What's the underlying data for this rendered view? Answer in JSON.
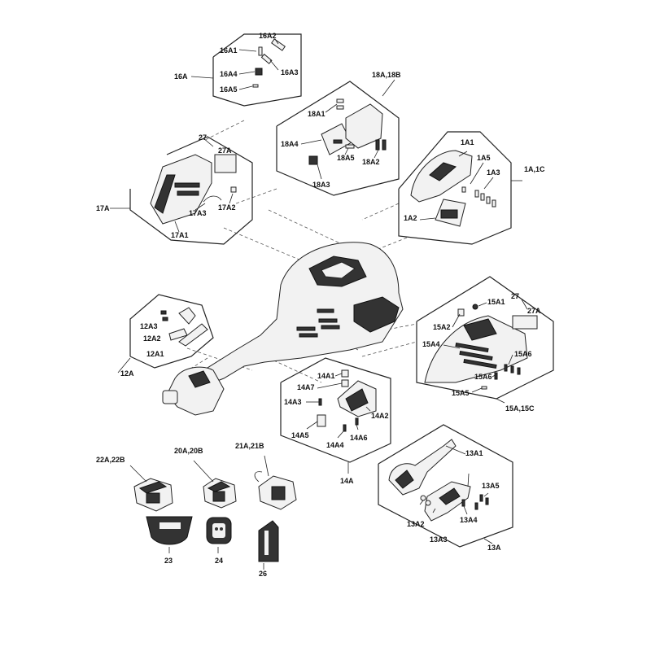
{
  "labels": {
    "l_16A2": "16A2",
    "l_16A1": "16A1",
    "l_16A3": "16A3",
    "l_16A": "16A",
    "l_16A4": "16A4",
    "l_16A5": "16A5",
    "l_18A18B": "18A,18B",
    "l_18A1": "18A1",
    "l_18A4": "18A4",
    "l_18A5": "18A5",
    "l_18A2": "18A2",
    "l_18A3": "18A3",
    "l_27_top": "27",
    "l_27A_top": "27A",
    "l_17A": "17A",
    "l_17A3": "17A3",
    "l_17A2": "17A2",
    "l_17A1": "17A1",
    "l_1A1": "1A1",
    "l_1A5": "1A5",
    "l_1A3": "1A3",
    "l_1A1C": "1A,1C",
    "l_1A2": "1A2",
    "l_12A3": "12A3",
    "l_12A2": "12A2",
    "l_12A1": "12A1",
    "l_12A": "12A",
    "l_15A1": "15A1",
    "l_27_right": "27",
    "l_27A_right": "27A",
    "l_15A2": "15A2",
    "l_15A4": "15A4",
    "l_15A6_a": "15A6",
    "l_15A6_b": "15A6",
    "l_15A5": "15A5",
    "l_15A15C": "15A,15C",
    "l_14A1": "14A1",
    "l_14A7": "14A7",
    "l_14A3": "14A3",
    "l_14A2": "14A2",
    "l_14A5": "14A5",
    "l_14A4": "14A4",
    "l_14A6": "14A6",
    "l_14A": "14A",
    "l_22A22B": "22A,22B",
    "l_20A20B": "20A,20B",
    "l_21A21B": "21A,21B",
    "l_13A1": "13A1",
    "l_13A2": "13A2",
    "l_13A3": "13A3",
    "l_13A4": "13A4",
    "l_13A5": "13A5",
    "l_13A": "13A",
    "l_23": "23",
    "l_24": "24",
    "l_26": "26"
  }
}
